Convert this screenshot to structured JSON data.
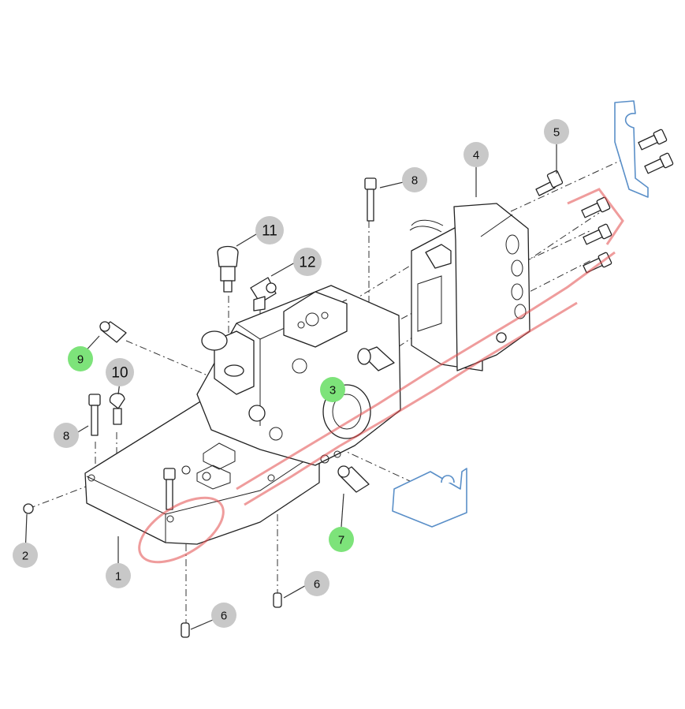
{
  "callouts": [
    {
      "id": "c1",
      "label": "1",
      "color": "#c8c8c8"
    },
    {
      "id": "c2",
      "label": "2",
      "color": "#c8c8c8"
    },
    {
      "id": "c3",
      "label": "3",
      "color": "#7de37a"
    },
    {
      "id": "c4",
      "label": "4",
      "color": "#c8c8c8"
    },
    {
      "id": "c5",
      "label": "5",
      "color": "#c8c8c8"
    },
    {
      "id": "c6a",
      "label": "6",
      "color": "#c8c8c8"
    },
    {
      "id": "c6b",
      "label": "6",
      "color": "#c8c8c8"
    },
    {
      "id": "c7",
      "label": "7",
      "color": "#7de37a"
    },
    {
      "id": "c8a",
      "label": "8",
      "color": "#c8c8c8"
    },
    {
      "id": "c8b",
      "label": "8",
      "color": "#c8c8c8"
    },
    {
      "id": "c9",
      "label": "9",
      "color": "#7de37a"
    },
    {
      "id": "c10",
      "label": "10",
      "color": "#c8c8c8"
    },
    {
      "id": "c11",
      "label": "11",
      "color": "#c8c8c8"
    },
    {
      "id": "c12",
      "label": "12",
      "color": "#c8c8c8"
    }
  ],
  "colors": {
    "highlight": "#7de37a",
    "normal": "#c8c8c8",
    "bracket": "#5a8fc8",
    "watermark": "#e24a4a"
  }
}
